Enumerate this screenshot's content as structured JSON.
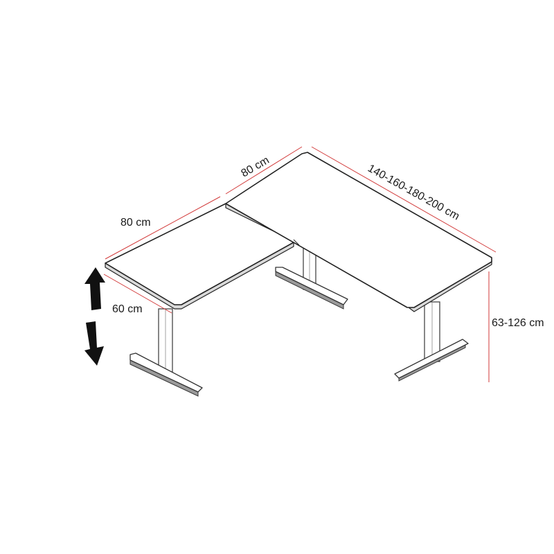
{
  "dimensions": {
    "top_depth": "80 cm",
    "main_length": "140-160-180-200 cm",
    "return_length": "80 cm",
    "return_depth": "60 cm",
    "height_range": "63-126 cm"
  },
  "colors": {
    "dimension_line": "#d23a3a",
    "outline": "#222222",
    "arrow": "#111111"
  },
  "icons": [
    "arrow-up-icon",
    "arrow-down-icon"
  ]
}
